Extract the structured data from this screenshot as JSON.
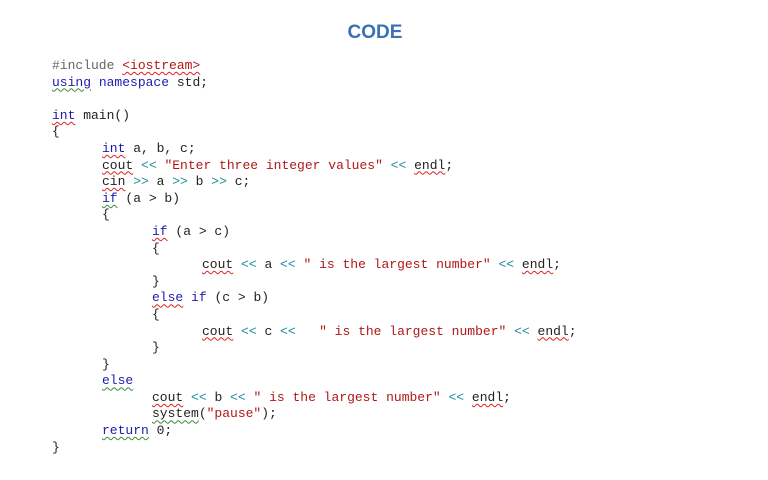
{
  "title": "CODE",
  "colors": {
    "keyword": "#1b1bb0",
    "string": "#b01818",
    "operator": "#1f8c9c",
    "preprocessor": "#666666",
    "title": "#3b6fb6"
  },
  "lines": [
    {
      "indent": 0,
      "tokens": [
        [
          "#include ",
          "pp"
        ],
        [
          "<iostream>",
          "str",
          "sq"
        ]
      ]
    },
    {
      "indent": 0,
      "tokens": [
        [
          "using",
          "kw",
          "sqg"
        ],
        [
          " namespace ",
          "kw"
        ],
        [
          "std;",
          "plain"
        ]
      ]
    },
    {
      "indent": 0,
      "tokens": []
    },
    {
      "indent": 0,
      "tokens": [
        [
          "int",
          "kw",
          "sq"
        ],
        [
          " main()",
          "plain"
        ]
      ]
    },
    {
      "indent": 0,
      "tokens": [
        [
          "{",
          "plain"
        ]
      ]
    },
    {
      "indent": 1,
      "tokens": [
        [
          "int",
          "kw",
          "sq"
        ],
        [
          " a, b, c;",
          "plain"
        ]
      ]
    },
    {
      "indent": 1,
      "tokens": [
        [
          "cout",
          "plain",
          "sq"
        ],
        [
          " << ",
          "op"
        ],
        [
          "\"Enter three integer values\"",
          "str"
        ],
        [
          " << ",
          "op"
        ],
        [
          "endl",
          "plain",
          "sq"
        ],
        [
          ";",
          "plain"
        ]
      ]
    },
    {
      "indent": 1,
      "tokens": [
        [
          "cin",
          "plain",
          "sq"
        ],
        [
          " >> ",
          "op"
        ],
        [
          "a",
          "plain"
        ],
        [
          " >> ",
          "op"
        ],
        [
          "b",
          "plain"
        ],
        [
          " >> ",
          "op"
        ],
        [
          "c;",
          "plain"
        ]
      ]
    },
    {
      "indent": 1,
      "tokens": [
        [
          "if",
          "kw",
          "sqg"
        ],
        [
          " (a > b)",
          "plain"
        ]
      ]
    },
    {
      "indent": 1,
      "tokens": [
        [
          "{",
          "plain"
        ]
      ]
    },
    {
      "indent": 2,
      "tokens": [
        [
          "if",
          "kw",
          "sq"
        ],
        [
          " (a > c)",
          "plain"
        ]
      ]
    },
    {
      "indent": 2,
      "tokens": [
        [
          "{",
          "plain"
        ]
      ]
    },
    {
      "indent": 3,
      "tokens": [
        [
          "cout",
          "plain",
          "sq"
        ],
        [
          " << ",
          "op"
        ],
        [
          "a",
          "plain"
        ],
        [
          " << ",
          "op"
        ],
        [
          "\" is the largest number\"",
          "str"
        ],
        [
          " << ",
          "op"
        ],
        [
          "endl",
          "plain",
          "sq"
        ],
        [
          ";",
          "plain"
        ]
      ]
    },
    {
      "indent": 2,
      "tokens": [
        [
          "}",
          "plain"
        ]
      ]
    },
    {
      "indent": 2,
      "tokens": [
        [
          "else",
          "kw",
          "sq"
        ],
        [
          " if ",
          "kw"
        ],
        [
          "(c > b)",
          "plain"
        ]
      ]
    },
    {
      "indent": 2,
      "tokens": [
        [
          "{",
          "plain"
        ]
      ]
    },
    {
      "indent": 3,
      "tokens": [
        [
          "cout",
          "plain",
          "sq"
        ],
        [
          " << ",
          "op"
        ],
        [
          "c",
          "plain"
        ],
        [
          " <<   ",
          "op"
        ],
        [
          "\" is the largest number\"",
          "str"
        ],
        [
          " << ",
          "op"
        ],
        [
          "endl",
          "plain",
          "sq"
        ],
        [
          ";",
          "plain"
        ]
      ]
    },
    {
      "indent": 2,
      "tokens": [
        [
          "}",
          "plain"
        ]
      ]
    },
    {
      "indent": 1,
      "tokens": [
        [
          "}",
          "plain"
        ]
      ]
    },
    {
      "indent": 1,
      "tokens": [
        [
          "else",
          "kw",
          "sqg"
        ]
      ]
    },
    {
      "indent": 2,
      "tokens": [
        [
          "cout",
          "plain",
          "sq"
        ],
        [
          " << ",
          "op"
        ],
        [
          "b",
          "plain"
        ],
        [
          " << ",
          "op"
        ],
        [
          "\" is the largest number\"",
          "str"
        ],
        [
          " << ",
          "op"
        ],
        [
          "endl",
          "plain",
          "sq"
        ],
        [
          ";",
          "plain"
        ]
      ]
    },
    {
      "indent": 2,
      "tokens": [
        [
          "system",
          "plain",
          "sqg"
        ],
        [
          "(",
          "plain"
        ],
        [
          "\"pause\"",
          "str"
        ],
        [
          ");",
          "plain"
        ]
      ]
    },
    {
      "indent": 1,
      "tokens": [
        [
          "return",
          "kw",
          "sqg"
        ],
        [
          " 0;",
          "plain"
        ]
      ]
    },
    {
      "indent": 0,
      "tokens": [
        [
          "}",
          "plain"
        ]
      ]
    }
  ]
}
